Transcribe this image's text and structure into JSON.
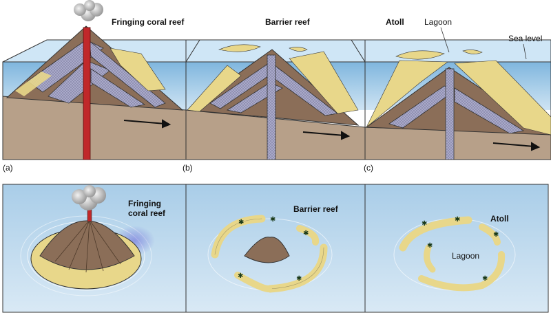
{
  "panel_letters": {
    "a": "(a)",
    "b": "(b)",
    "c": "(c)"
  },
  "cross_sections": {
    "a": {
      "reef_label": "Fringing coral reef"
    },
    "b": {
      "reef_label": "Barrier reef"
    },
    "c": {
      "atoll_label": "Atoll",
      "lagoon_label": "Lagoon",
      "sea_level_label": "Sea level"
    }
  },
  "top_views": {
    "a": {
      "reef_label_line1": "Fringing",
      "reef_label_line2": "coral reef"
    },
    "b": {
      "reef_label": "Barrier reef"
    },
    "c": {
      "atoll_label": "Atoll",
      "lagoon_label": "Lagoon"
    }
  },
  "colors": {
    "water": "#9fc8e6",
    "water_top": "#cfe6f6",
    "rock": "#8b6e58",
    "ash": "#a9a9c9",
    "reef": "#e8d78a",
    "ground": "#b7a089",
    "magma": "#c0282a",
    "bottom_water": "#c2dcef"
  }
}
